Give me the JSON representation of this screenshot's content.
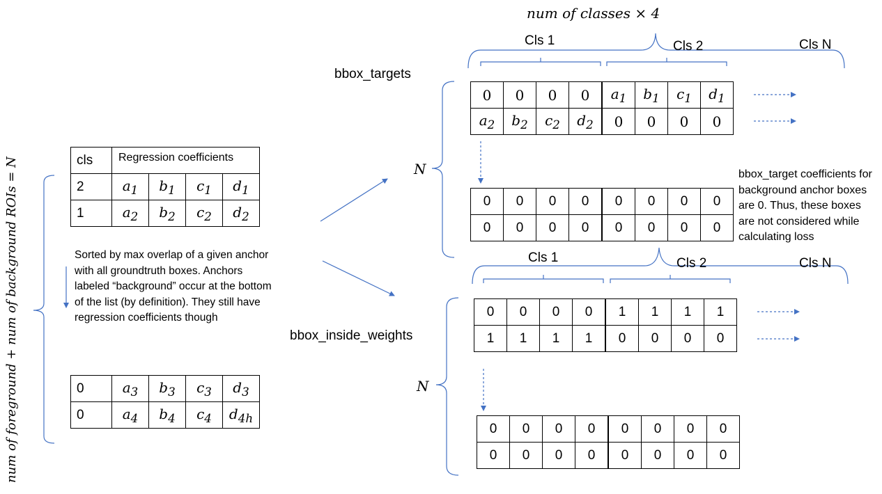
{
  "header_formula": "num of classes × 4",
  "vertical_formula": "num of foreground + num of background ROIs = N",
  "left_table_top": {
    "header": [
      "cls",
      "Regression coefficients"
    ],
    "rows": [
      {
        "cls": "2",
        "coef": [
          "a",
          "b",
          "c",
          "d"
        ],
        "sub": [
          "1",
          "1",
          "1",
          "1"
        ]
      },
      {
        "cls": "1",
        "coef": [
          "a",
          "b",
          "c",
          "d"
        ],
        "sub": [
          "2",
          "2",
          "2",
          "2"
        ]
      }
    ]
  },
  "left_table_bottom": {
    "rows": [
      {
        "cls": "0",
        "coef": [
          "a",
          "b",
          "c",
          "d"
        ],
        "sub": [
          "3",
          "3",
          "3",
          "3"
        ]
      },
      {
        "cls": "0",
        "coef": [
          "a",
          "b",
          "c",
          "d"
        ],
        "sub": [
          "4",
          "4",
          "4",
          "4h"
        ]
      }
    ]
  },
  "sorted_note": "Sorted by max overlap of a given anchor with all groundtruth boxes. Anchors labeled “background” occur at the bottom of the list (by definition). They still have regression coefficients though",
  "bbox_targets": {
    "label": "bbox_targets",
    "n_label": "N",
    "cls_labels": [
      "Cls 1",
      "Cls 2",
      "Cls N"
    ],
    "top_rows": [
      [
        {
          "t": "0"
        },
        {
          "t": "0"
        },
        {
          "t": "0"
        },
        {
          "t": "0"
        },
        {
          "t": "a",
          "s": "1"
        },
        {
          "t": "b",
          "s": "1"
        },
        {
          "t": "c",
          "s": "1"
        },
        {
          "t": "d",
          "s": "1"
        }
      ],
      [
        {
          "t": "a",
          "s": "2"
        },
        {
          "t": "b",
          "s": "2"
        },
        {
          "t": "c",
          "s": "2"
        },
        {
          "t": "d",
          "s": "2"
        },
        {
          "t": "0"
        },
        {
          "t": "0"
        },
        {
          "t": "0"
        },
        {
          "t": "0"
        }
      ]
    ],
    "bottom_rows": [
      [
        "0",
        "0",
        "0",
        "0",
        "0",
        "0",
        "0",
        "0"
      ],
      [
        "0",
        "0",
        "0",
        "0",
        "0",
        "0",
        "0",
        "0"
      ]
    ],
    "note": "bbox_target coefficients for background anchor boxes are 0. Thus, these boxes are not considered while calculating loss"
  },
  "bbox_inside_weights": {
    "label": "bbox_inside_weights",
    "n_label": "N",
    "cls_labels": [
      "Cls 1",
      "Cls 2",
      "Cls N"
    ],
    "top_rows": [
      [
        "0",
        "0",
        "0",
        "0",
        "1",
        "1",
        "1",
        "1"
      ],
      [
        "1",
        "1",
        "1",
        "1",
        "0",
        "0",
        "0",
        "0"
      ]
    ],
    "bottom_rows": [
      [
        "0",
        "0",
        "0",
        "0",
        "0",
        "0",
        "0",
        "0"
      ],
      [
        "0",
        "0",
        "0",
        "0",
        "0",
        "0",
        "0",
        "0"
      ]
    ]
  },
  "colors": {
    "arrow": "#4472C4",
    "text": "#000000",
    "border": "#000000"
  }
}
